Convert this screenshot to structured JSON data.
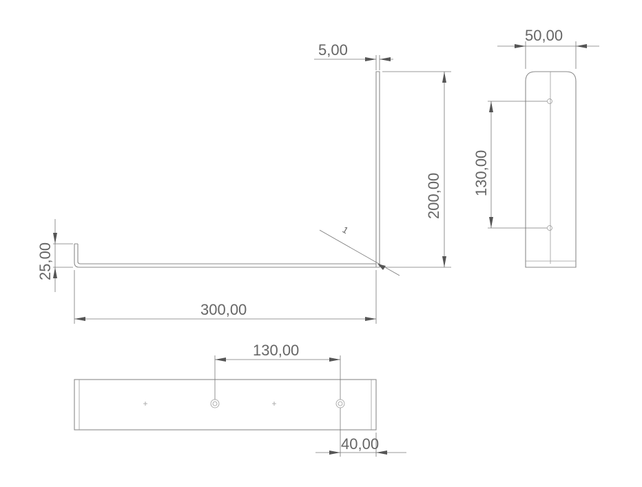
{
  "dimensions": {
    "thickness": "5,00",
    "width_side": "50,00",
    "height": "200,00",
    "hole_spacing_side": "130,00",
    "flange": "25,00",
    "length": "300,00",
    "hole_spacing_top": "130,00",
    "hole_offset": "40,00",
    "bend_radius": "1"
  },
  "colors": {
    "line": "#8a8a8a",
    "dimension": "#777777",
    "text": "#666666"
  }
}
